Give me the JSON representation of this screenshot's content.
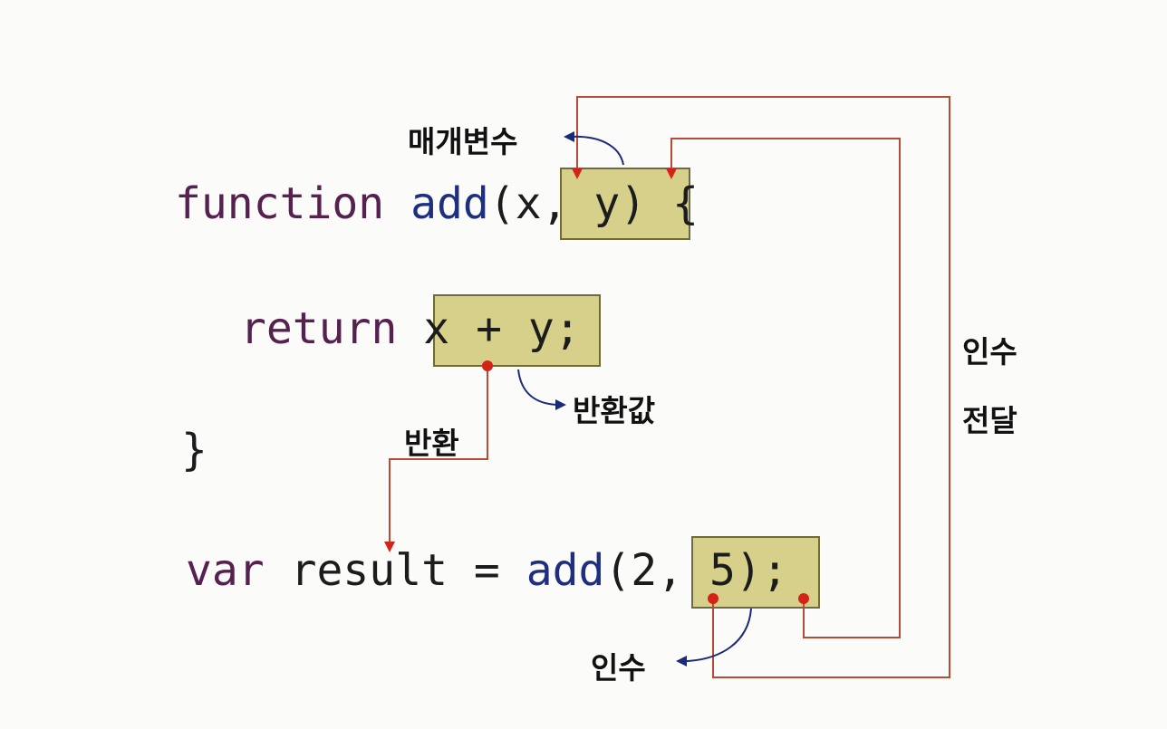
{
  "code": {
    "line1": {
      "keyword": "function",
      "fname": "add",
      "open": "(",
      "params": "x, y",
      "close": ") {"
    },
    "line2": {
      "keyword": "return",
      "expr": "x + y",
      "semi": ";"
    },
    "line3": {
      "brace": "}"
    },
    "line4": {
      "keyword": "var",
      "decl": " result = ",
      "fname": "add",
      "open": "(",
      "args": "2, 5",
      "close": ");"
    }
  },
  "labels": {
    "parameter": "매개변수",
    "return_value": "반환값",
    "return": "반환",
    "argument": "인수",
    "arg_pass_line1": "인수",
    "arg_pass_line2": "전달"
  },
  "colors": {
    "keyword": "#56214f",
    "function_name": "#1f2f80",
    "text": "#1c1c1c",
    "highlight_fill": "#d6d08a",
    "highlight_border": "#6f6a3a",
    "flow_line": "#b84a36",
    "label_arrow": "#1a2a7a",
    "dot": "#d4231a"
  }
}
